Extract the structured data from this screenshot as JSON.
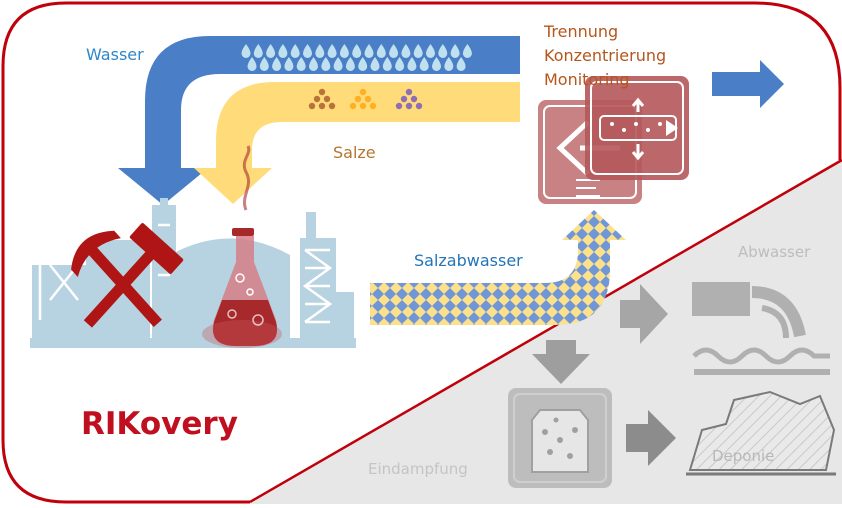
{
  "labels": {
    "water": "Wasser",
    "salts": "Salze",
    "process_line_1": "Trennung",
    "process_line_2": "Konzentrierung",
    "process_line_3": "Monitoring",
    "salt_wastewater": "Salzabwasser",
    "wastewater": "Abwasser",
    "evaporation": "Eindampfung",
    "landfill": "Deponie"
  },
  "brand": {
    "name": "RIKovery"
  },
  "colors": {
    "frame": "#c0000a",
    "brand": "#c00f1e",
    "water_arrow": "#4a7ec7",
    "water_label": "#2f86c9",
    "salt_arrow": "#ffdb7a",
    "salt_label": "#b5752f",
    "process_label": "#b5561b",
    "salt_wastewater_label": "#2474b8",
    "salt_wastewater_pattern_blue": "#6f97d8",
    "salt_wastewater_pattern_yellow": "#fce08a",
    "factory": "#b7d2e0",
    "hammer": "#b01515",
    "flask": "#a8292c",
    "process_box": "#b5585a",
    "grey_region": "#e6e6e6",
    "grey_element": "#b3b3b3",
    "grey_label": "#bdbdbd"
  },
  "icons": [
    "water-drops-icon",
    "salt-crystals-icon",
    "hammer-pick-icon",
    "flask-icon",
    "filtration-icon",
    "outflow-arrow-icon",
    "wastewater-outflow-icon",
    "evaporator-icon",
    "landfill-icon"
  ]
}
